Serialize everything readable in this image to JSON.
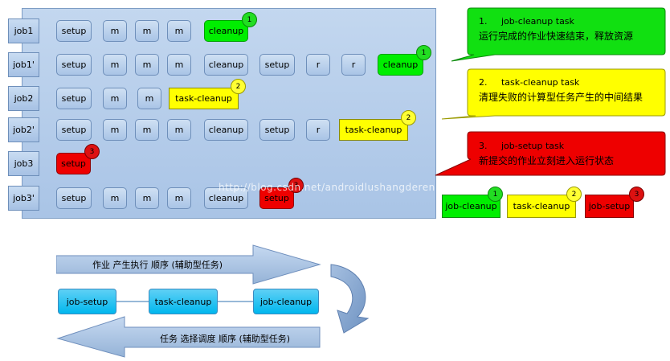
{
  "colors": {
    "green": "#00ee00",
    "yellow": "#ffff00",
    "red": "#ee0000",
    "panel": "#b8cfeb",
    "flow": "#00b7ee"
  },
  "jobs": [
    {
      "label": "job1",
      "tasks": [
        "setup",
        "m",
        "m",
        "m",
        "cleanup"
      ],
      "badges": [
        "1"
      ]
    },
    {
      "label": "job1'",
      "tasks": [
        "setup",
        "m",
        "m",
        "m",
        "cleanup",
        "setup",
        "r",
        "r",
        "cleanup"
      ],
      "badges": [
        "1"
      ]
    },
    {
      "label": "job2",
      "tasks": [
        "setup",
        "m",
        "m",
        "task-cleanup"
      ],
      "badges": [
        "2"
      ]
    },
    {
      "label": "job2'",
      "tasks": [
        "setup",
        "m",
        "m",
        "m",
        "cleanup",
        "setup",
        "r",
        "task-cleanup"
      ],
      "badges": [
        "2"
      ]
    },
    {
      "label": "job3",
      "tasks": [
        "setup"
      ],
      "badges": [
        "3"
      ]
    },
    {
      "label": "job3'",
      "tasks": [
        "setup",
        "m",
        "m",
        "m",
        "cleanup",
        "setup"
      ],
      "badges": [
        "3"
      ]
    }
  ],
  "notes": [
    {
      "num": "1.",
      "title": "job-cleanup task",
      "desc": "运行完成的作业快速结束，释放资源"
    },
    {
      "num": "2.",
      "title": "task-cleanup task",
      "desc": "清理失败的计算型任务产生的中间结果"
    },
    {
      "num": "3.",
      "title": "job-setup task",
      "desc": "新提交的作业立刻进入运行状态"
    }
  ],
  "legend": [
    {
      "label": "job-cleanup",
      "badge": "1"
    },
    {
      "label": "task-cleanup",
      "badge": "2"
    },
    {
      "label": "job-setup",
      "badge": "3"
    }
  ],
  "flow": {
    "top_arrow": "作业 产生执行 顺序 (辅助型任务)",
    "bottom_arrow": "任务 选择调度 顺序 (辅助型任务)",
    "boxes": [
      "job-setup",
      "task-cleanup",
      "job-cleanup"
    ]
  },
  "watermark": "http://blog.csdn.net/androidlushangderen"
}
